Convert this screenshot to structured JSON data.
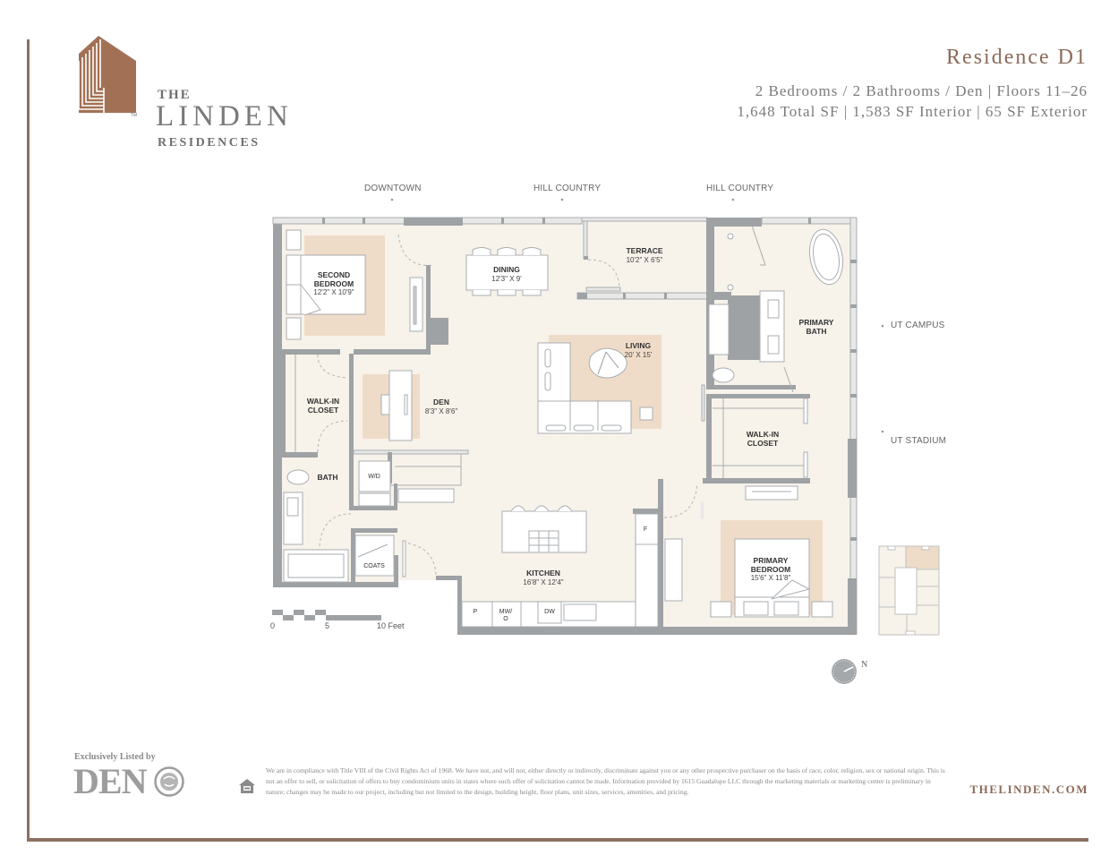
{
  "brand": {
    "logo_line1": "THE",
    "logo_line2": "LINDEN",
    "logo_line3": "RESIDENCES",
    "accent_color": "#8b6a58",
    "frame_color": "#8b7161"
  },
  "header": {
    "title": "Residence D1",
    "line1": "2 Bedrooms / 2 Bathrooms / Den  |  Floors 11–26",
    "line2": "1,648 Total SF  |  1,583 SF Interior  |  65 SF Exterior"
  },
  "views": {
    "top": [
      "DOWNTOWN",
      "HILL COUNTRY",
      "HILL COUNTRY"
    ],
    "right": [
      "UT CAMPUS",
      "UT STADIUM"
    ]
  },
  "rooms": [
    {
      "name": "SECOND\nBEDROOM",
      "line1": "SECOND",
      "line2": "BEDROOM",
      "dims": "12'2\" X 10'9\""
    },
    {
      "name": "DINING",
      "dims": "12'3\" X 9'"
    },
    {
      "name": "TERRACE",
      "dims": "10'2\" X 6'5\""
    },
    {
      "name": "PRIMARY BATH",
      "line1": "PRIMARY",
      "line2": "BATH",
      "dims": ""
    },
    {
      "name": "LIVING",
      "dims": "20' X 15'"
    },
    {
      "name": "WALK-IN CLOSET",
      "line1": "WALK-IN",
      "line2": "CLOSET",
      "dims": ""
    },
    {
      "name": "DEN",
      "dims": "8'3\" X 8'6\""
    },
    {
      "name": "WALK-IN CLOSET",
      "line1": "WALK-IN",
      "line2": "CLOSET",
      "dims": ""
    },
    {
      "name": "BATH",
      "dims": ""
    },
    {
      "name": "KITCHEN",
      "dims": "16'8\" X 12'4\""
    },
    {
      "name": "PRIMARY BEDROOM",
      "line1": "PRIMARY",
      "line2": "BEDROOM",
      "dims": "15'6\" X 11'8\""
    },
    {
      "name": "COATS",
      "dims": ""
    }
  ],
  "appliances": {
    "washer_dryer": "W/D",
    "fridge": "F",
    "pantry": "P",
    "microwave_oven_1": "MW/",
    "microwave_oven_2": "O",
    "dishwasher": "DW"
  },
  "scale": {
    "zero": "0",
    "five": "5",
    "ten": "10 Feet"
  },
  "compass": {
    "north_label": "N"
  },
  "footer": {
    "listed_by": "Exclusively Listed by",
    "listing_brand": "DEN",
    "legal": "We are in compliance with Title VIII of the Civil Rights Act of 1968. We have not, and will not, either directly or indirectly, discriminate against you or any other prospective purchaser on the basis of race, color, religion, sex or national origin. This is not an offer to sell, or solicitation of offers to buy condominium units in states where such offer of solicitation cannot be made. Information provided by 1615 Guadalupe LLC through the marketing materials or marketing center is preliminary in nature; changes may be made to our project, including but not limited to the design, building height, floor plans, unit sizes, services, amenities, and pricing.",
    "website": "THELINDEN.COM"
  },
  "colors": {
    "floor": "#f7f2ea",
    "rug": "#efdcc8",
    "wall": "#9ea2a5",
    "furniture_stroke": "#a9adb0"
  }
}
